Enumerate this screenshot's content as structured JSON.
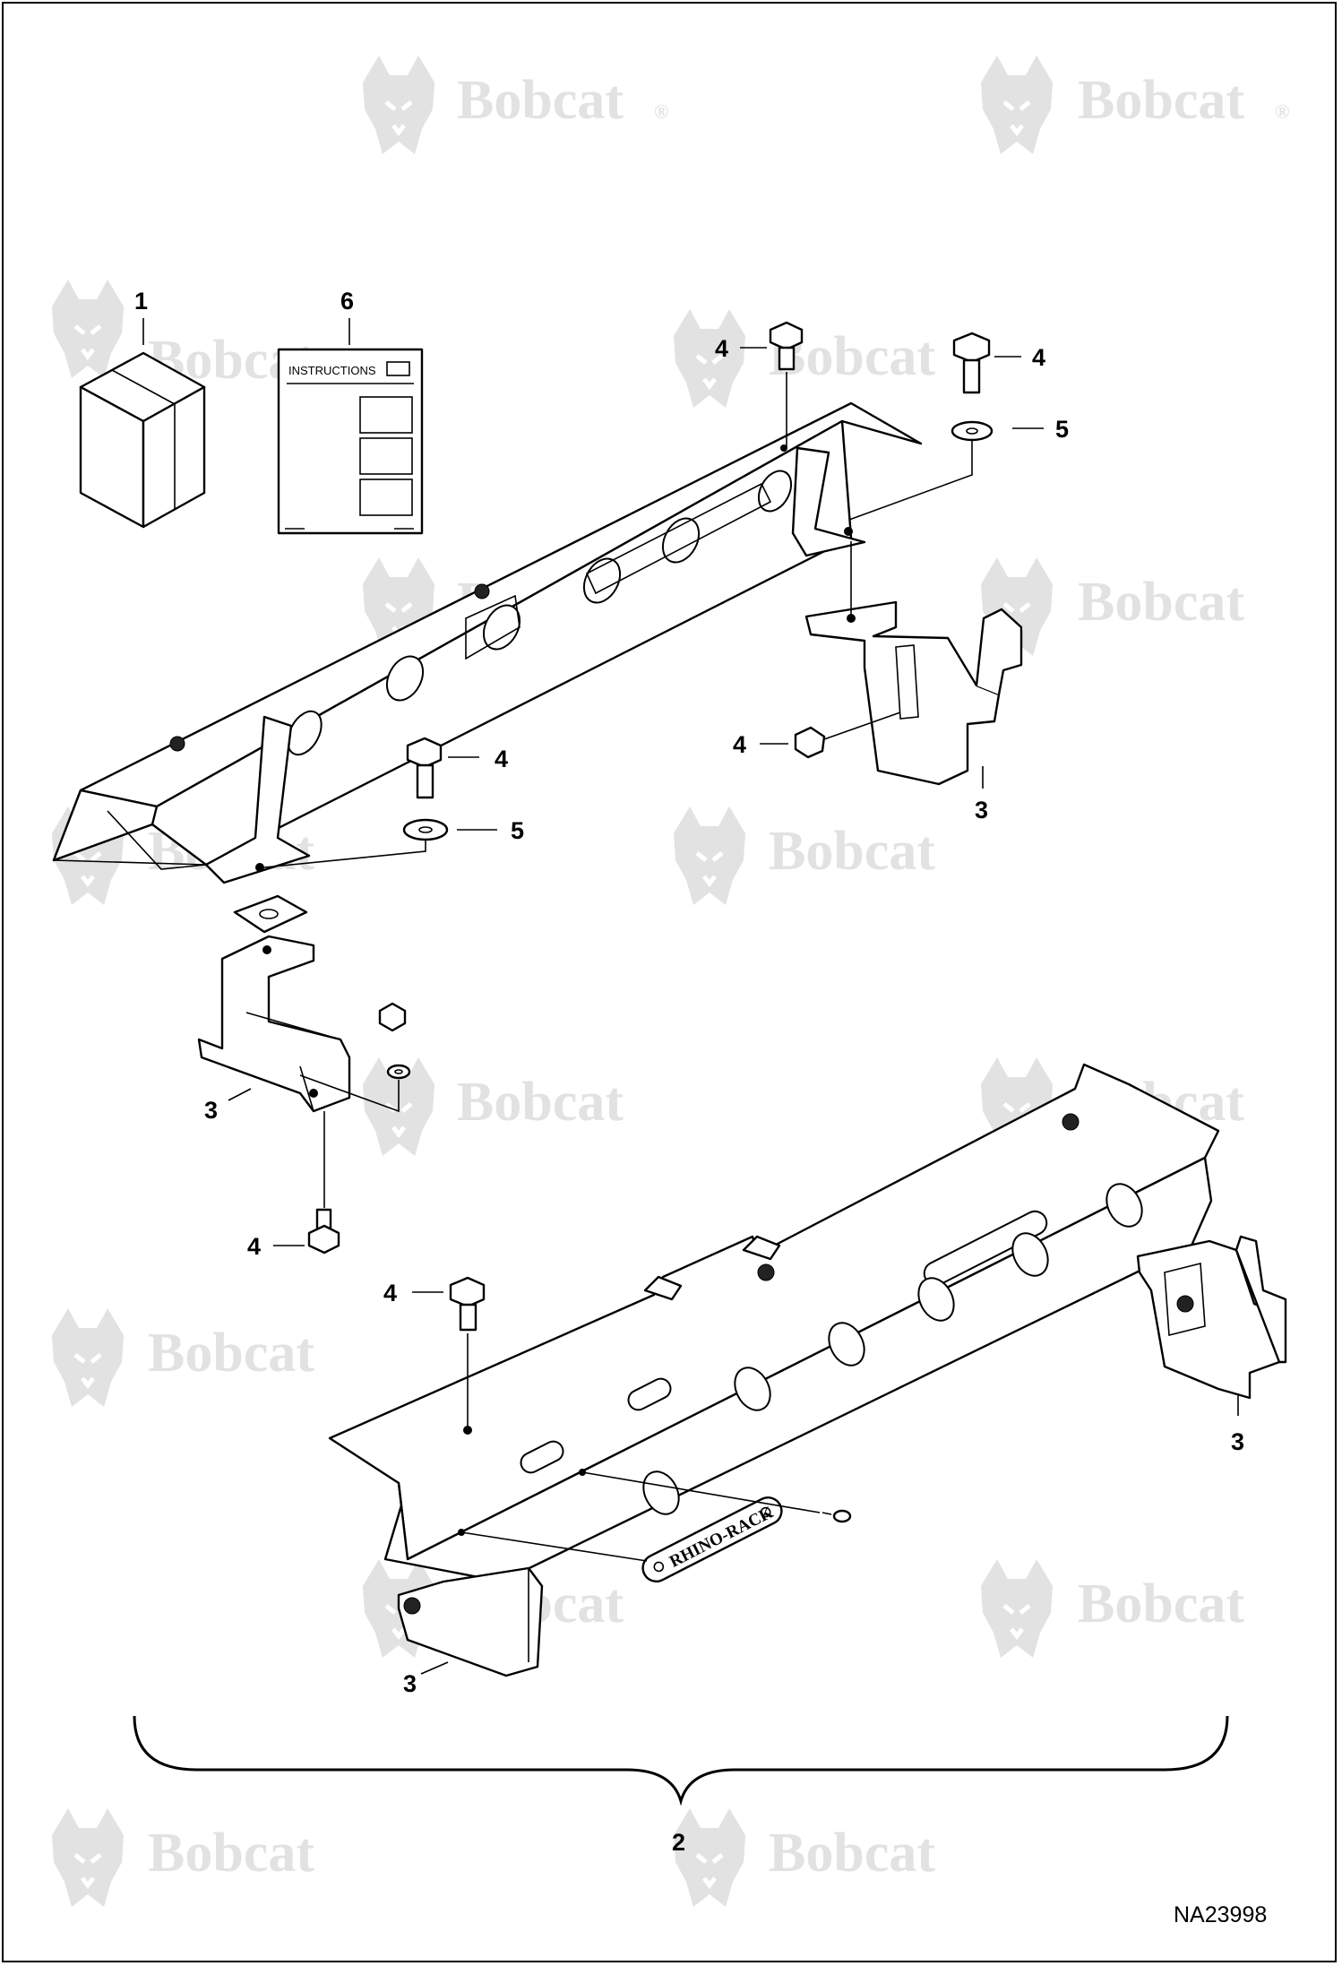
{
  "watermark": {
    "text": "Bobcat",
    "registered": "®",
    "color": "#e2e2e2",
    "icon": "bobcat-head-logo-icon"
  },
  "instructions_card": {
    "title": "INSTRUCTIONS"
  },
  "nameplate": {
    "text": "RHINO-RACK"
  },
  "callouts": {
    "kit": "1",
    "assembly": "2",
    "bracket": "3",
    "bolt": "4",
    "washer": "5",
    "instructions": "6"
  },
  "drawing_number": "NA23998"
}
